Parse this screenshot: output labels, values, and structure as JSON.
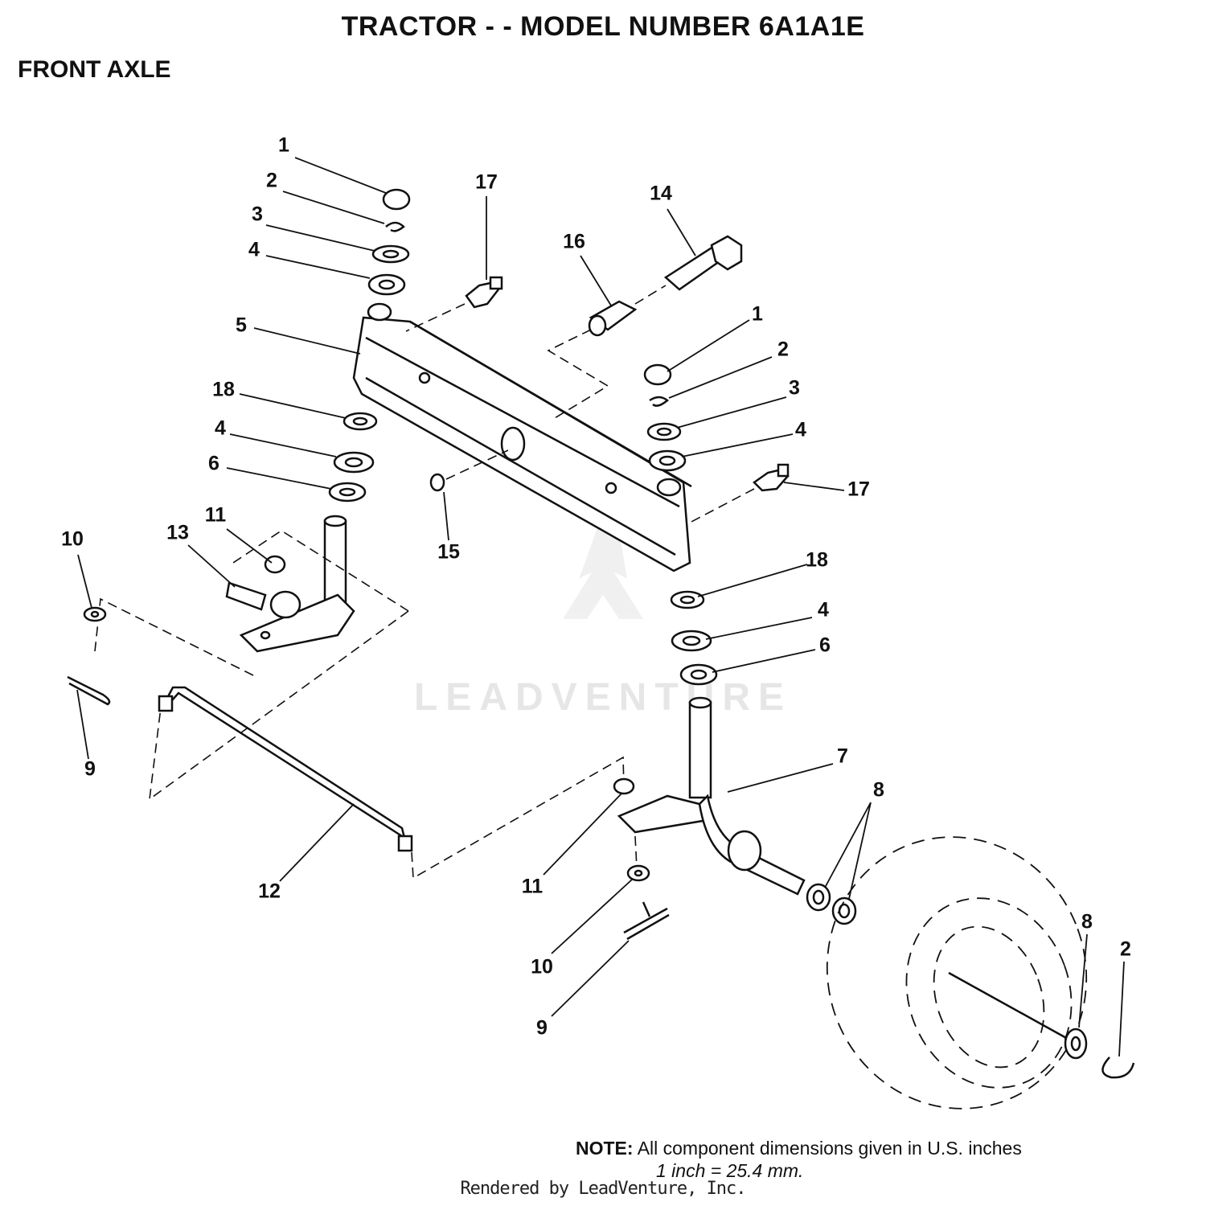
{
  "title": "TRACTOR - - MODEL NUMBER 6A1A1E",
  "subtitle": "FRONT AXLE",
  "callouts": [
    "1",
    "2",
    "3",
    "4",
    "5",
    "18",
    "4",
    "6",
    "17",
    "16",
    "14",
    "1",
    "2",
    "3",
    "4",
    "17",
    "15",
    "18",
    "4",
    "6",
    "10",
    "13",
    "11",
    "9",
    "7",
    "8",
    "12",
    "11",
    "10",
    "9",
    "8",
    "2"
  ],
  "note": {
    "label": "NOTE:",
    "line1": "All component dimensions given in U.S. inches",
    "line2": "1 inch = 25.4 mm."
  },
  "footer": "Rendered by LeadVenture, Inc.",
  "watermark": "LEADVENTURE"
}
